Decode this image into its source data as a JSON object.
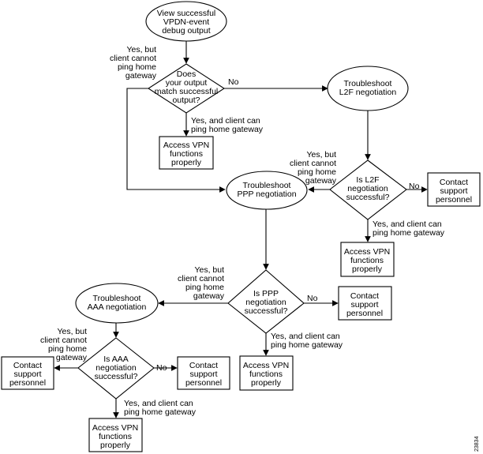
{
  "nodes": {
    "view_debug": [
      "View successful",
      "VPDN-event",
      "debug output"
    ],
    "match_output": [
      "Does",
      "your output",
      "match successful",
      "output?"
    ],
    "access_vpn_1": [
      "Access VPN",
      "functions",
      "properly"
    ],
    "troubleshoot_l2f": [
      "Troubleshoot",
      "L2F negotiation"
    ],
    "l2f_success": [
      "Is L2F",
      "negotiation",
      "successful?"
    ],
    "contact_1": [
      "Contact",
      "support",
      "personnel"
    ],
    "access_vpn_2": [
      "Access VPN",
      "functions",
      "properly"
    ],
    "troubleshoot_ppp": [
      "Troubleshoot",
      "PPP negotiation"
    ],
    "ppp_success": [
      "Is PPP",
      "negotiation",
      "successful?"
    ],
    "contact_2": [
      "Contact",
      "support",
      "personnel"
    ],
    "access_vpn_3": [
      "Access VPN",
      "functions",
      "properly"
    ],
    "troubleshoot_aaa": [
      "Troubleshoot",
      "AAA negotiation"
    ],
    "aaa_success": [
      "Is AAA",
      "negotiation",
      "successful?"
    ],
    "contact_3": [
      "Contact",
      "support",
      "personnel"
    ],
    "contact_4": [
      "Contact",
      "support",
      "personnel"
    ],
    "access_vpn_4": [
      "Access VPN",
      "functions",
      "properly"
    ]
  },
  "labels": {
    "yes_no_ping": [
      "Yes, but",
      "client cannot",
      "ping home",
      "gateway"
    ],
    "yes_ping": [
      "Yes, and client can",
      "ping home gateway"
    ],
    "no": "No"
  },
  "figure_id": "23834"
}
